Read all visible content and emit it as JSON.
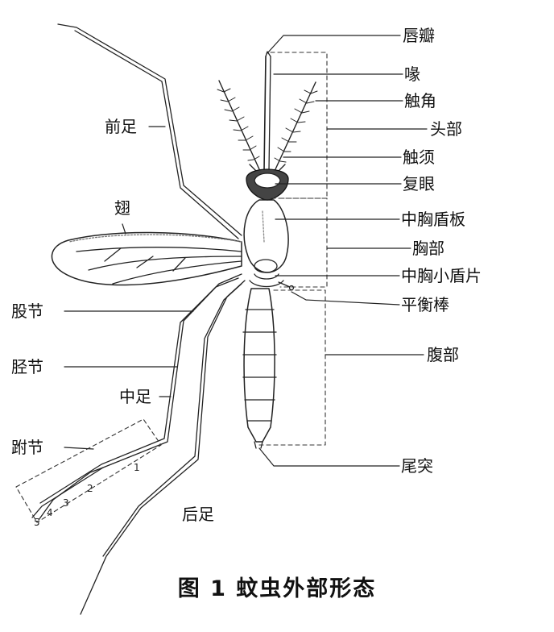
{
  "labels": {
    "proboscis_labrum": "唇瓣",
    "proboscis": "喙",
    "antenna": "触角",
    "head": "头部",
    "palp": "触须",
    "compound_eye": "复眼",
    "scutum": "中胸盾板",
    "thorax": "胸部",
    "scutellum": "中胸小盾片",
    "haltere": "平衡棒",
    "abdomen": "腹部",
    "cercus": "尾突",
    "foreleg": "前足",
    "wing": "翅",
    "femur": "股节",
    "tibia": "胫节",
    "midleg": "中足",
    "tarsus": "跗节",
    "hindleg": "后足"
  },
  "tarsal_segments": [
    "1",
    "2",
    "3",
    "4",
    "5"
  ],
  "caption": "图 1  蚊虫外部形态",
  "colors": {
    "ink": "#111111",
    "background": "#ffffff"
  }
}
